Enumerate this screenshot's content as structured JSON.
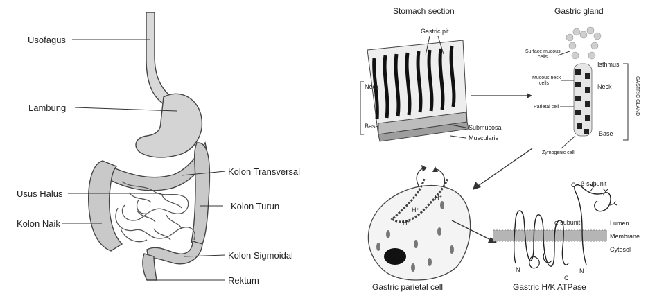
{
  "digestive": {
    "labels": {
      "esophagus": "Usofagus",
      "stomach": "Lambung",
      "small_intestine": "Usus Halus",
      "ascending_colon": "Kolon Naik",
      "transverse_colon": "Kolon Transversal",
      "descending_colon": "Kolon Turun",
      "sigmoid_colon": "Kolon Sigmoidal",
      "rectum": "Rektum"
    }
  },
  "stomach_section": {
    "title": "Stomach section",
    "gastric_pit": "Gastric pit",
    "neck": "Neck",
    "base": "Base",
    "submucosa": "Submucosa",
    "muscularis": "Muscularis"
  },
  "gastric_gland": {
    "title": "Gastric gland",
    "surface_mucous": "Surface mucous cells",
    "surface_mucous_line1": "Surface mucous",
    "surface_mucous_line2": "cells",
    "mucous_neck_line1": "Mucous neck",
    "mucous_neck_line2": "cells",
    "parietal_cell": "Parietal cell",
    "zymogenic_cell": "Zymogenic cell",
    "isthmus": "Isthmus",
    "neck": "Neck",
    "base": "Base",
    "bracket_label": "GASTRIC GLAND"
  },
  "parietal": {
    "title": "Gastric parietal cell",
    "ion1": "H⁺",
    "ion2": "H⁺",
    "ion3": "H⁺"
  },
  "atpase": {
    "title": "Gastric H/K ATPase",
    "alpha": "α-subunit",
    "beta": "β-subunit",
    "c1": "C",
    "c2": "C",
    "n1": "N",
    "n2": "N",
    "lumen": "Lumen",
    "membrane": "Membrane",
    "cytosol": "Cytosol"
  }
}
